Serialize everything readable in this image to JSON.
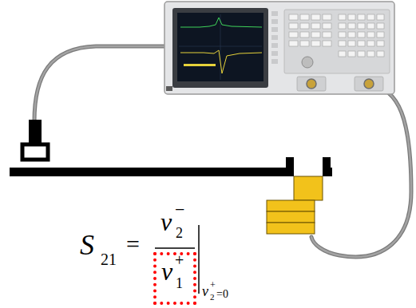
{
  "diagram": {
    "nodes": [
      {
        "text": [
          "v",
          "1",
          "+"
        ]
      }
    ],
    "labels": [
      "S",
      "21",
      "=",
      "v",
      "2",
      "−",
      "v",
      "2",
      "+",
      "=0"
    ]
  }
}
